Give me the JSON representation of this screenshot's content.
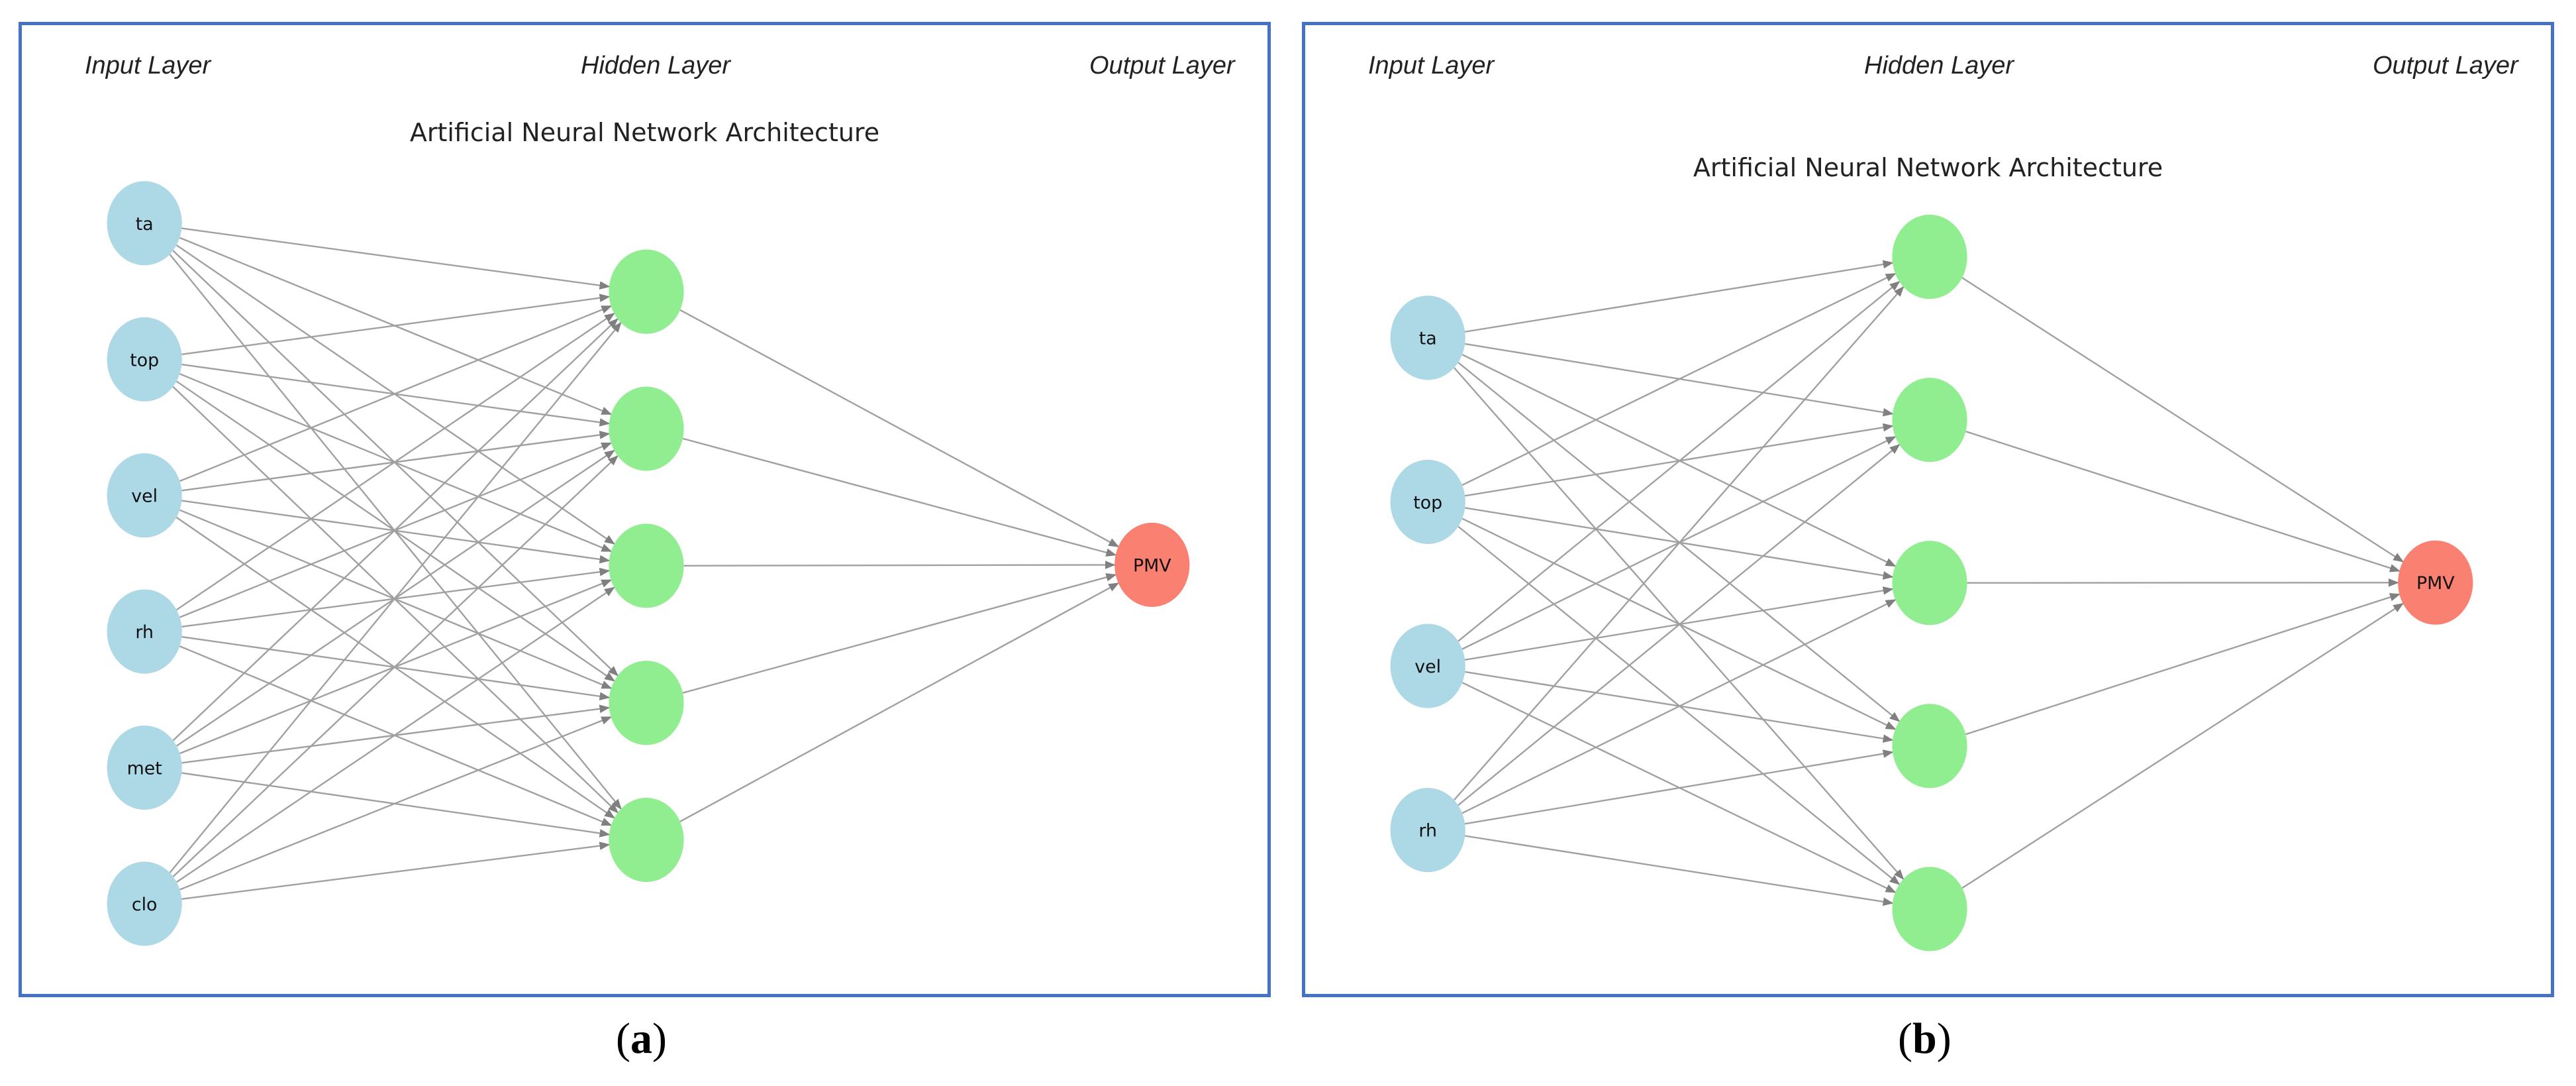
{
  "panels": [
    {
      "id": "a",
      "headers": {
        "input": "Input Layer",
        "hidden": "Hidden Layer",
        "output": "Output Layer"
      },
      "title": "Artificial Neural Network Architecture",
      "caption_letter": "a",
      "input_nodes": [
        "ta",
        "top",
        "vel",
        "rh",
        "met",
        "clo"
      ],
      "hidden_count": 5,
      "output_nodes": [
        "PMV"
      ]
    },
    {
      "id": "b",
      "headers": {
        "input": "Input Layer",
        "hidden": "Hidden Layer",
        "output": "Output Layer"
      },
      "title": "Artificial Neural Network Architecture",
      "caption_letter": "b",
      "input_nodes": [
        "ta",
        "top",
        "vel",
        "rh"
      ],
      "hidden_count": 5,
      "output_nodes": [
        "PMV"
      ]
    }
  ],
  "colors": {
    "frame": "#4472c4",
    "input_node": "#add8e6",
    "hidden_node": "#90ee90",
    "output_node": "#fa8072",
    "edge": "#a0a0a0"
  }
}
